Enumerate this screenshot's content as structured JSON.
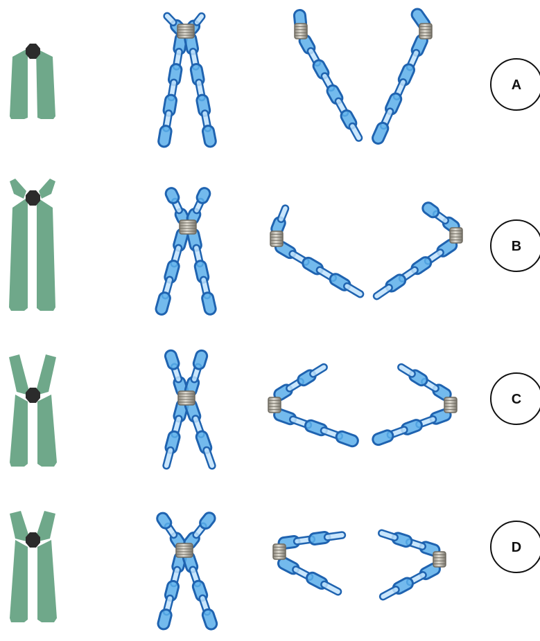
{
  "colors": {
    "chromosome": "#6fa88a",
    "centromere": "#2b2b2b",
    "chain_fill": "#5aaeea",
    "chain_dark": "#1f63b0",
    "chain_light": "#bfe2fb",
    "spring": "#b7b2a6",
    "spring_dark": "#6e6a60",
    "circle_stroke": "#111111"
  },
  "rows": [
    {
      "label": "A",
      "centromere_type": "telocentric",
      "icon": "chromosome-telocentric-icon"
    },
    {
      "label": "B",
      "centromere_type": "acrocentric",
      "icon": "chromosome-acrocentric-icon"
    },
    {
      "label": "C",
      "centromere_type": "submetacentric",
      "icon": "chromosome-submetacentric-icon"
    },
    {
      "label": "D",
      "centromere_type": "metacentric",
      "icon": "chromosome-metacentric-icon"
    }
  ]
}
